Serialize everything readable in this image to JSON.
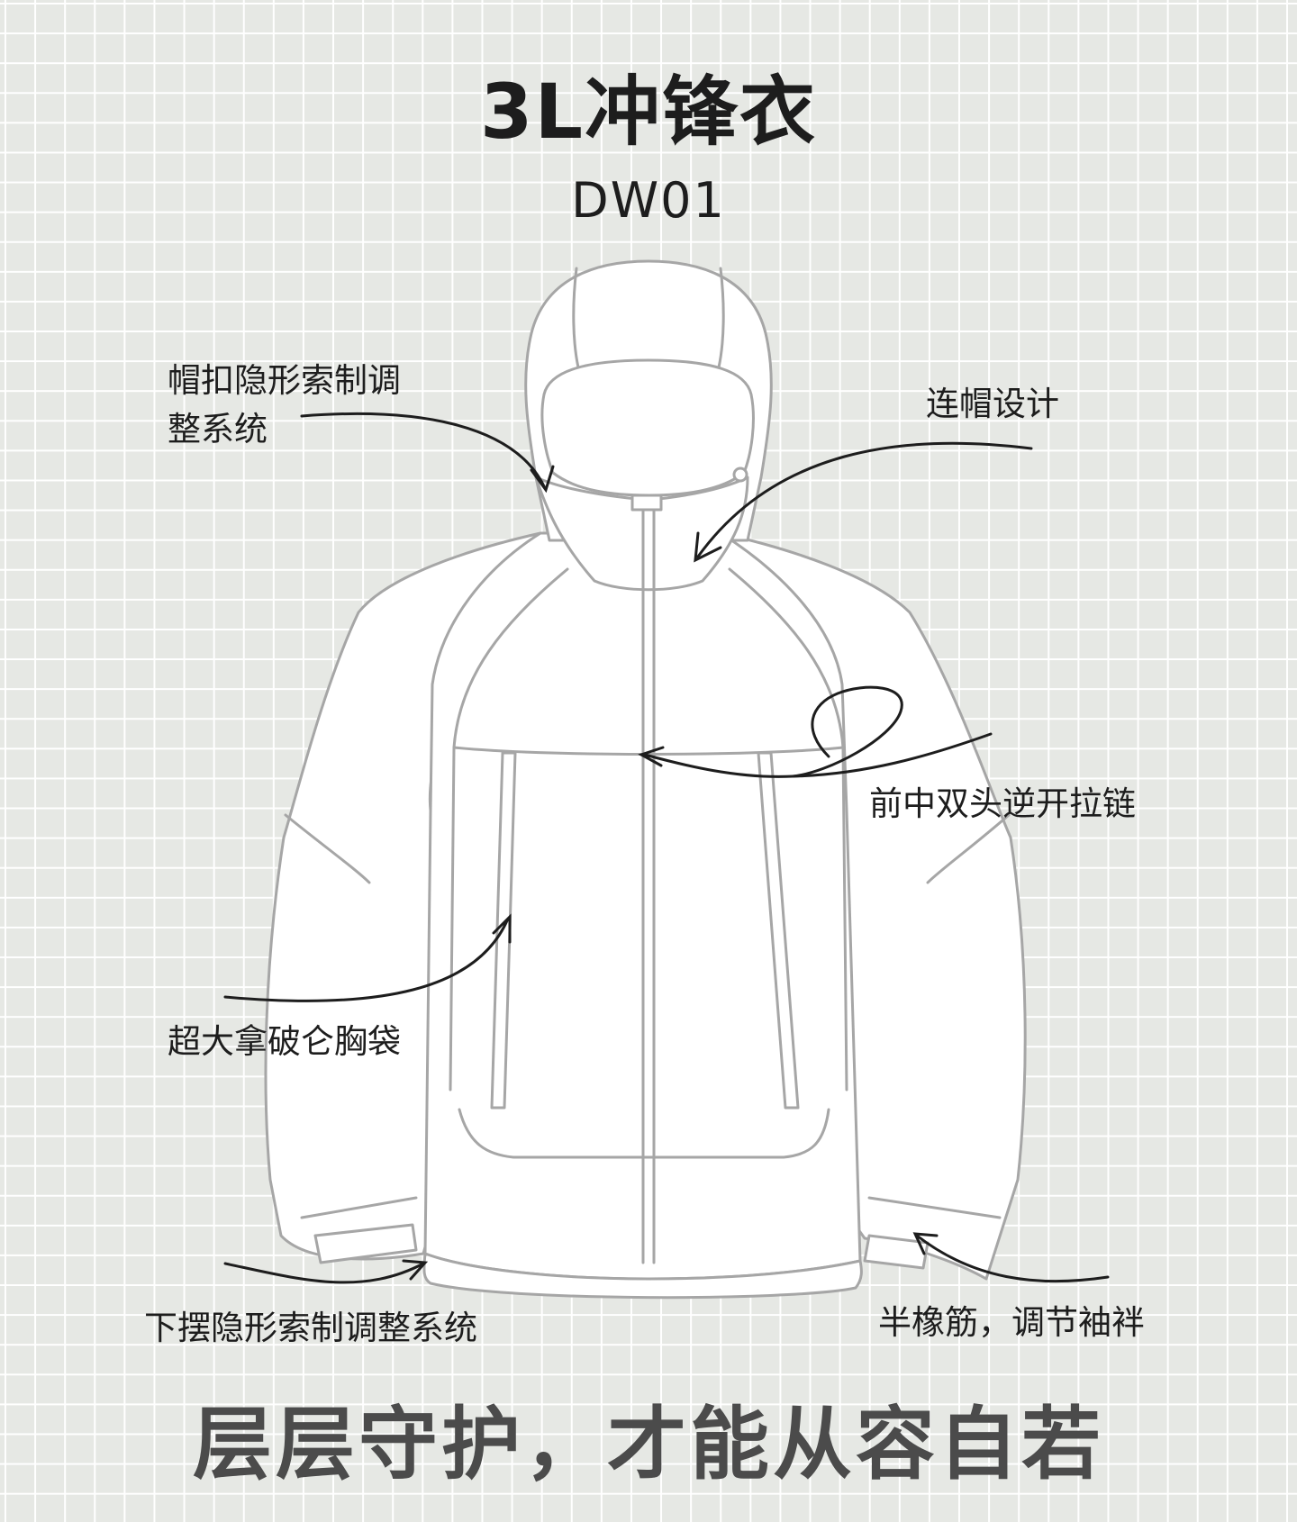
{
  "header": {
    "title": "3L冲锋衣",
    "model": "DW01"
  },
  "callouts": {
    "hood_drawcord": [
      "帽扣隐形索制调",
      "整系统"
    ],
    "hood_design": "连帽设计",
    "front_zipper": "前中双头逆开拉链",
    "chest_pocket": "超大拿破仑胸袋",
    "hem_drawcord": "下摆隐形索制调整系统",
    "cuff": "半橡筋，调节袖袢"
  },
  "footer": {
    "slogan": "层层守护，才能从容自若"
  },
  "colors": {
    "background": "#e6e8e4",
    "grid_line": "#ffffff",
    "garment_fill": "#ffffff",
    "garment_stroke": "#a6a6a6",
    "text": "#1d1d1d",
    "slogan": "#4b4b4b"
  }
}
